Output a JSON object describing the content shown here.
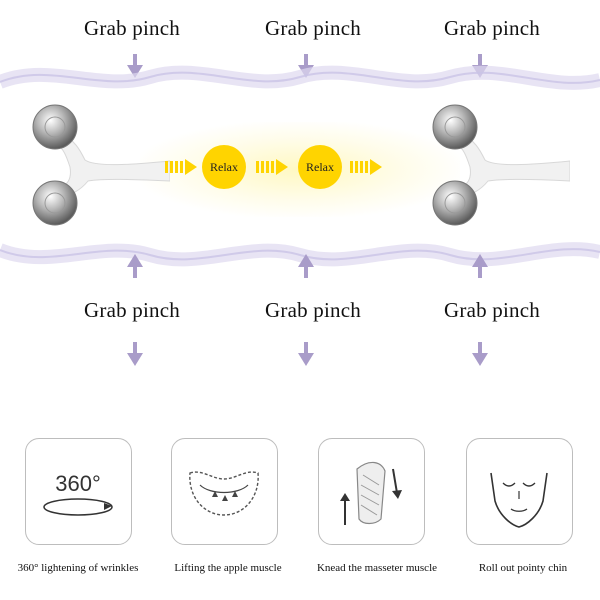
{
  "top_labels": [
    "Grab pinch",
    "Grab pinch",
    "Grab pinch"
  ],
  "bottom_labels": [
    "Grab pinch",
    "Grab pinch",
    "Grab pinch"
  ],
  "relax_labels": [
    "Relax",
    "Relax"
  ],
  "icons": {
    "card1_text": "360°",
    "roller": "face-roller-icon",
    "arrow": "down-arrow-icon"
  },
  "captions": [
    "360° lightening of wrinkles",
    "Lifting the apple muscle",
    "Knead the masseter muscle",
    "Roll out pointy chin"
  ],
  "colors": {
    "arrow": "#a99cc9",
    "relax_fill": "#ffd400",
    "band": "#c9c3e6",
    "card_border": "#bdbdbd"
  }
}
